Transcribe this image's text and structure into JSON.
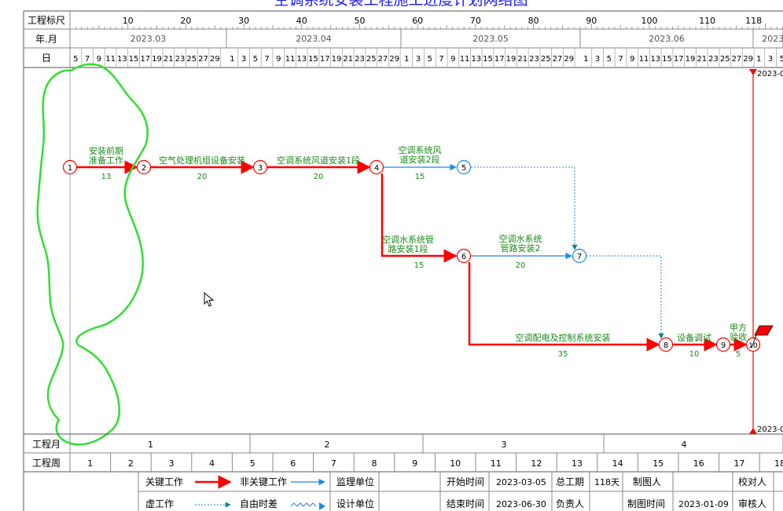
{
  "title": "空调系统安装工程施工进度计划网络图",
  "header": {
    "row_scale_label": "工程标尺",
    "row_month_label": "年.月",
    "row_day_label": "日",
    "scale_ticks": [
      "10",
      "20",
      "30",
      "40",
      "50",
      "60",
      "70",
      "80",
      "90",
      "100",
      "110",
      "118"
    ],
    "months": [
      "2023.03",
      "2023.04",
      "2023.05",
      "2023.06",
      "2023."
    ],
    "days_march": [
      "5",
      "7",
      "9",
      "11",
      "13",
      "15",
      "17",
      "19",
      "21",
      "23",
      "25",
      "27",
      "29"
    ],
    "days_april": [
      "1",
      "3",
      "5",
      "7",
      "9",
      "11",
      "13",
      "15",
      "17",
      "19",
      "21",
      "23",
      "25",
      "27",
      "29"
    ],
    "days_may": [
      "1",
      "3",
      "5",
      "7",
      "9",
      "11",
      "13",
      "15",
      "17",
      "19",
      "21",
      "23",
      "25",
      "27",
      "29"
    ],
    "days_june": [
      "1",
      "3",
      "5",
      "7",
      "9",
      "11",
      "13",
      "15",
      "17",
      "19",
      "21",
      "23",
      "25",
      "27",
      "29"
    ],
    "days_july": [
      "1",
      "3",
      "5"
    ]
  },
  "nodes": [
    "1",
    "2",
    "3",
    "4",
    "5",
    "6",
    "7",
    "8",
    "9",
    "10"
  ],
  "activities": [
    {
      "name_line1": "安装前期",
      "name_line2": "准备工作",
      "duration": "13"
    },
    {
      "name_line1": "空气处理机组设备安装",
      "name_line2": "",
      "duration": "20"
    },
    {
      "name_line1": "空调系统风道安装1段",
      "name_line2": "",
      "duration": "20"
    },
    {
      "name_line1": "空调系统风",
      "name_line2": "道安装2段",
      "duration": "15"
    },
    {
      "name_line1": "空调水系统管",
      "name_line2": "路安装1段",
      "duration": "15"
    },
    {
      "name_line1": "空调水系统",
      "name_line2": "管路安装2",
      "duration": "20"
    },
    {
      "name_line1": "空调配电及控制系统安装",
      "name_line2": "",
      "duration": "35"
    },
    {
      "name_line1": "设备调试",
      "name_line2": "",
      "duration": "10"
    },
    {
      "name_line1": "甲方",
      "name_line2": "验收",
      "duration": "5"
    }
  ],
  "deadline_markers": [
    "2023-0",
    "2023-0"
  ],
  "footer": {
    "month_row_label": "工程月",
    "months": [
      "1",
      "2",
      "3",
      "4"
    ],
    "week_row_label": "工程周",
    "weeks": [
      "1",
      "2",
      "3",
      "4",
      "5",
      "6",
      "7",
      "8",
      "9",
      "10",
      "11",
      "12",
      "13",
      "14",
      "15",
      "16",
      "17",
      "18"
    ]
  },
  "legend": {
    "critical": "关键工作",
    "noncritical": "非关键工作",
    "dummy": "虚工作",
    "free_float": "自由时差"
  },
  "info": {
    "supervisor_label": "监理单位",
    "designer_label": "设计单位",
    "start_label": "开始时间",
    "start_value": "2023-03-05",
    "end_label": "结束时间",
    "end_value": "2023-06-30",
    "total_label": "总工期",
    "total_value": "118天",
    "owner_label": "负责人",
    "drawer_label": "制图人",
    "draw_time_label": "制图时间",
    "draw_time_value": "2023-01-09",
    "checker_label": "校对人",
    "auditor_label": "审核人"
  },
  "colors": {
    "critical": "#ff0000",
    "noncritical": "#1e88e5",
    "dummy": "#1e88e5",
    "label_green": "#1a8a1a",
    "annotation": "#33dd33",
    "header_bg": "#ffffff",
    "grid": "#888888"
  }
}
